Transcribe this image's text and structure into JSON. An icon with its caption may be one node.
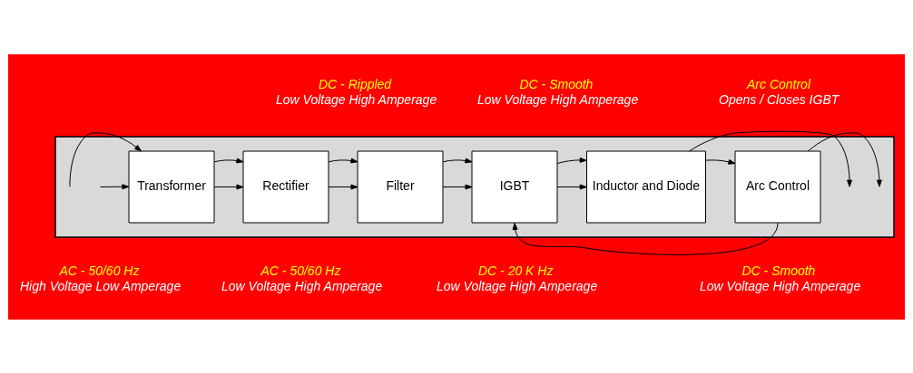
{
  "diagram": {
    "nodes": [
      {
        "text": [],
        "shape": "box"
      },
      {
        "text": [
          "Transformer"
        ],
        "in": 0
      },
      {
        "text": [
          "Rectifier"
        ],
        "in": 0
      },
      {
        "text": [
          "Filter"
        ],
        "in": 0
      },
      {
        "text": [
          "IGBT"
        ],
        "in": 0
      },
      {
        "text": [
          "Inductor and Diode"
        ],
        "in": 0
      },
      {
        "text": [
          "Arc Control"
        ],
        "in": 0
      }
    ],
    "edges": [
      {
        "from": null,
        "to": 1,
        "arrow": "to"
      },
      {
        "from": null,
        "to": 1,
        "arrow": "to"
      },
      {
        "from": 1,
        "to": 2,
        "arrow": "to"
      },
      {
        "from": 1,
        "to": 2,
        "arrow": "to"
      },
      {
        "from": 2,
        "to": 3,
        "arrow": "to"
      },
      {
        "from": 2,
        "to": 3,
        "arrow": "to"
      },
      {
        "from": 3,
        "to": 4,
        "arrow": "to"
      },
      {
        "from": 3,
        "to": 4,
        "arrow": "to"
      },
      {
        "from": 4,
        "to": 5,
        "arrow": "to"
      },
      {
        "from": 4,
        "to": 5,
        "arrow": "to"
      },
      {
        "from": 5,
        "to": null,
        "arrow": "to"
      },
      {
        "from": 5,
        "to": 6,
        "arrow": "to"
      },
      {
        "from": 6,
        "to": null,
        "arrow": "to"
      },
      {
        "from": 6,
        "to": 4,
        "arrow": "to"
      }
    ],
    "labels": [
      "DC - Rippled",
      "Low Voltage High Amperage",
      "DC - Smooth",
      "Low Voltage High Amperage",
      "Arc Control",
      "Opens / Closes IGBT",
      "AC - 50/60 Hz",
      "High Voltage Low Amperage",
      "AC - 50/60 Hz",
      "Low Voltage High Amperage",
      "DC - 20 K Hz",
      "Low Voltage High Amperage",
      "DC - Smooth",
      "Low Voltage High Amperage"
    ]
  }
}
